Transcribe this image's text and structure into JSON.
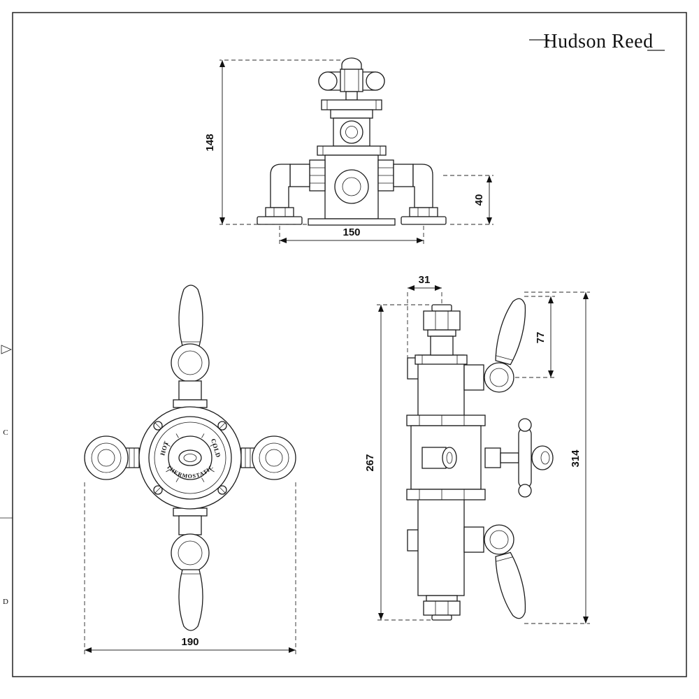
{
  "brand": {
    "logo": "Hudson Reed"
  },
  "sheet_markers": {
    "row_c": "C",
    "row_d": "D"
  },
  "dimensions": {
    "top_view": {
      "height": "148",
      "centers_width": "150",
      "outlet_drop": "40"
    },
    "front_view": {
      "width": "190"
    },
    "side_view": {
      "wall_offset": "31",
      "handle_length": "77",
      "outlet_span": "267",
      "total_height": "314"
    }
  },
  "dial": {
    "hot": "HOT",
    "cold": "COLD",
    "thermostatic": "THERMOSTATIC"
  }
}
